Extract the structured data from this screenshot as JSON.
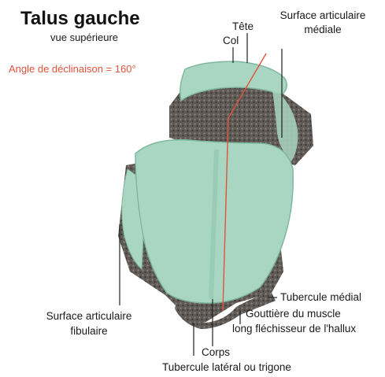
{
  "figure": {
    "title": "Talus gauche",
    "subtitle": "vue supérieure",
    "angle_label": "Angle de déclinaison = 160°",
    "colors": {
      "cartilage": "#a9d6c2",
      "cartilage_dark": "#7fb8a0",
      "bone": "#5f5a55",
      "bone_dark": "#3c3835",
      "angle_line": "#e0533a",
      "text": "#1a1a1a",
      "leader": "#222222"
    },
    "labels": {
      "tete": "Tête",
      "col": "Col",
      "surface_medial_1": "Surface articulaire",
      "surface_medial_2": "médiale",
      "tubercule_medial": "Tubercule médial",
      "gouttiere_1": "Gouttière du muscle",
      "gouttiere_2": "long fléchisseur de l'hallux",
      "surface_fibulaire_1": "Surface articulaire",
      "surface_fibulaire_2": "fibulaire",
      "corps": "Corps",
      "tubercule_lateral": "Tubercule latéral ou trigone"
    }
  }
}
